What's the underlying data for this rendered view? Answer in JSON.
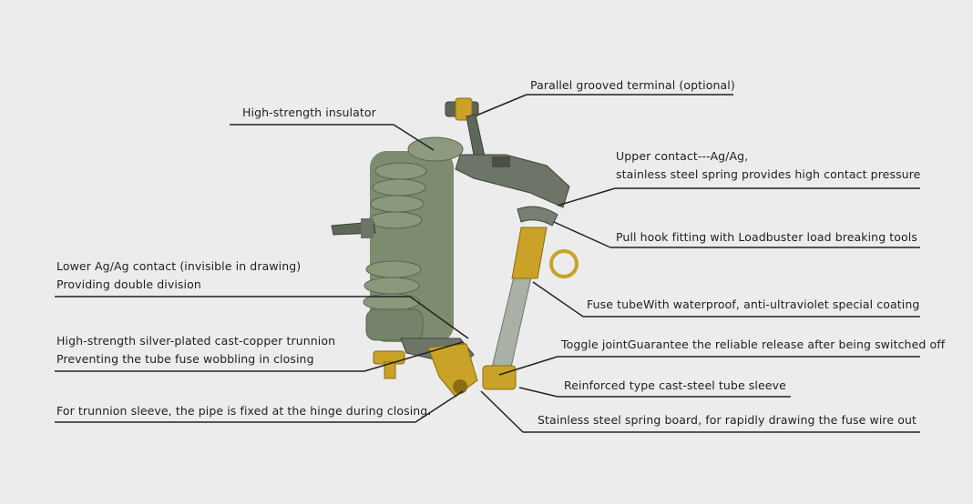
{
  "labels": {
    "parallel_terminal": "Parallel grooved terminal (optional)",
    "insulator": "High-strength insulator",
    "upper_contact_1": "Upper contact---Ag/Ag,",
    "upper_contact_2": "stainless steel spring provides high contact pressure",
    "pull_hook": "Pull hook fitting with Loadbuster load breaking tools",
    "lower_contact_1": "Lower Ag/Ag contact (invisible in drawing)",
    "lower_contact_2": "Providing double division",
    "fuse_tube": "Fuse tubeWith waterproof, anti-ultraviolet special coating",
    "trunnion_1": "High-strength silver-plated cast-copper trunnion",
    "trunnion_2": "Preventing the tube fuse wobbling in closing",
    "toggle_joint": "Toggle jointGuarantee the reliable release after being switched off",
    "tube_sleeve": "Reinforced type cast-steel tube sleeve",
    "trunnion_sleeve": "For trunnion sleeve, the pipe is fixed at the hinge during closing.",
    "spring_board": "Stainless steel spring board, for rapidly drawing the fuse wire out"
  },
  "colors": {
    "background": "#ececec",
    "insulator": "#7d8b6e",
    "brass": "#c9a227",
    "steel": "#6d7468",
    "tube": "#a9b0a6",
    "line": "#222222"
  }
}
